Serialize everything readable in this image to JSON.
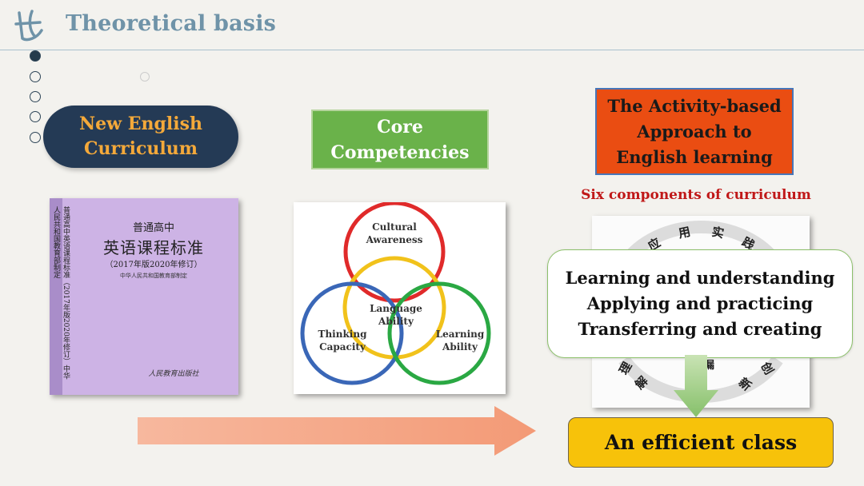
{
  "header": {
    "title": "Theoretical basis",
    "logo_icon": "letter-logo-icon",
    "accent_color": "#6f93a8"
  },
  "nav_dots": {
    "count": 5,
    "active_index": 0
  },
  "columns": {
    "curriculum": {
      "label_line1": "New English",
      "label_line2": "Curriculum",
      "book": {
        "line1": "普通高中",
        "line2": "英语课程标准",
        "line3": "（2017年版2020年修订）",
        "line4": "中华人民共和国教育部制定",
        "spine_text": "普通高中英语课程标准（2017年版2020年修订）中华人民共和国教育部制定",
        "publisher": "人民教育出版社"
      }
    },
    "competencies": {
      "label_line1": "Core",
      "label_line2": "Competencies",
      "venn": {
        "cultural_line1": "Cultural",
        "cultural_line2": "Awareness",
        "language_line1": "Language",
        "language_line2": "Ability",
        "thinking_line1": "Thinking",
        "thinking_line2": "Capacity",
        "learning_line1": "Learning",
        "learning_line2": "Ability"
      }
    },
    "activity": {
      "label_line1": "The Activity-based",
      "label_line2": "Approach to",
      "label_line3": "English learning",
      "six_components": "Six components of curriculum",
      "wheel_chars": {
        "c1": "应",
        "c2": "用",
        "c3": "实",
        "c4": "践",
        "c5": "理",
        "c6": "解",
        "c7": "新",
        "c8": "创",
        "c9": "漏"
      },
      "bubble": {
        "line1": "Learning and understanding",
        "line2": "Applying and practicing",
        "line3": "Transferring and creating"
      }
    }
  },
  "result": {
    "label": "An efficient class"
  },
  "colors": {
    "pill_bg": "#243a55",
    "pill_text": "#f4a93a",
    "core_bg": "#6ab24a",
    "activity_bg": "#ea4d12",
    "result_bg": "#f7c20a",
    "arrow": "#f2a98c"
  }
}
